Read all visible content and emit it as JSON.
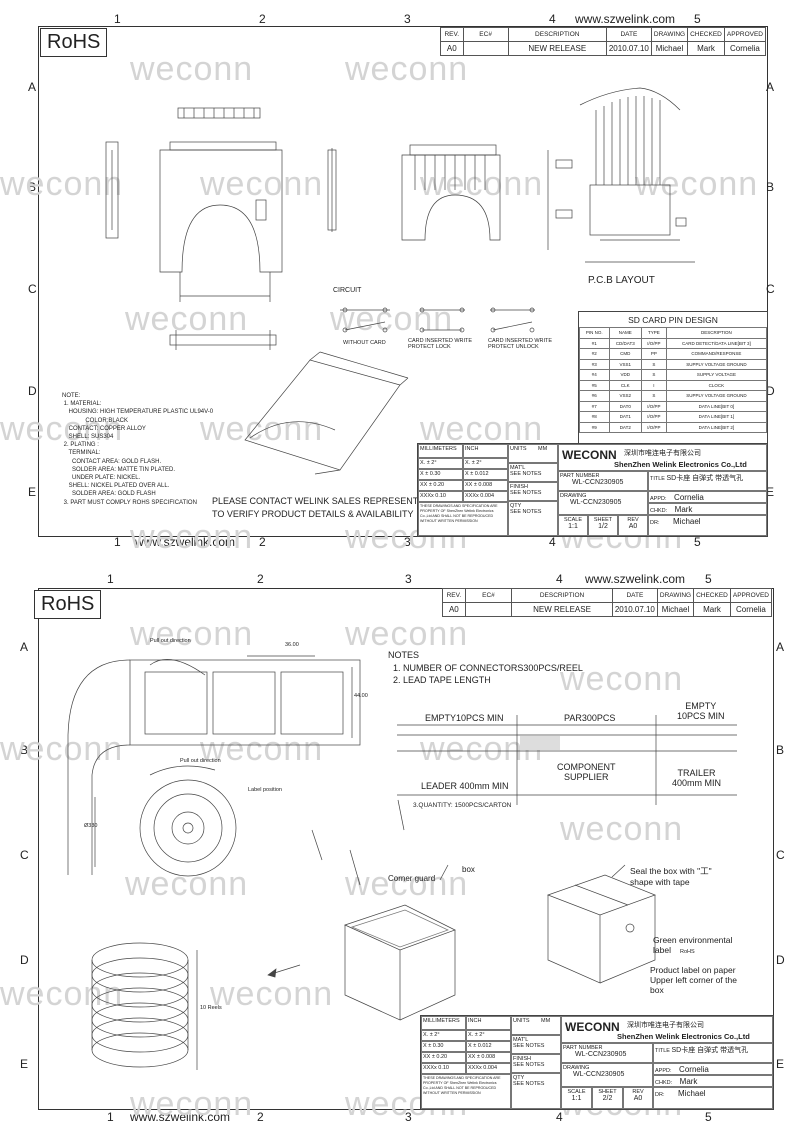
{
  "url": "www.szwelink.com",
  "watermark": "weconn",
  "rohs": "RoHS",
  "column_numbers": [
    "1",
    "2",
    "3",
    "4",
    "5"
  ],
  "row_letters": [
    "A",
    "B",
    "C",
    "D",
    "E"
  ],
  "revision": {
    "headers": [
      "REV.",
      "EC#",
      "DESCRIPTION",
      "DATE",
      "DRAWING",
      "CHECKED",
      "APPROVED"
    ],
    "row": [
      "A0",
      "",
      "NEW RELEASE",
      "2010.07.10",
      "Michael",
      "Mark",
      "Cornelia"
    ]
  },
  "sheet1": {
    "circuit_title": "CIRCUIT",
    "circuit_labels": [
      "WITHOUT CARD",
      "CARD INSERTED WRITE PROTECT LOCK",
      "CARD INSERTED WRITE PROTECT UNLOCK"
    ],
    "pcb_layout": "P.C.B LAYOUT",
    "pin_design_title": "SD CARD PIN DESIGN",
    "pin_headers": [
      "PIN NO.",
      "NAME",
      "TYPE",
      "DESCRIPTION"
    ],
    "pins": [
      [
        "#1",
        "CD/DAT3",
        "I/O/PP",
        "CARD DETECT/DATA LINE[BIT 3]"
      ],
      [
        "#2",
        "CMD",
        "PP",
        "COMMAND/RESPONSE"
      ],
      [
        "#3",
        "VSS1",
        "S",
        "SUPPLY VOLTAGE GROUND"
      ],
      [
        "#4",
        "VDD",
        "S",
        "SUPPLY VOLTAGE"
      ],
      [
        "#5",
        "CLK",
        "I",
        "CLOCK"
      ],
      [
        "#6",
        "VSS2",
        "S",
        "SUPPLY VOLTAGE GROUND"
      ],
      [
        "#7",
        "DAT0",
        "I/O/PP",
        "DATA LINE[BIT 0]"
      ],
      [
        "#8",
        "DAT1",
        "I/O/PP",
        "DATA LINE[BIT 1]"
      ],
      [
        "#9",
        "DAT2",
        "I/O/PP",
        "DATA LINE[BIT 2]"
      ]
    ],
    "notes": "NOTE:\n 1. MATERIAL:\n    HOUSING: HIGH TEMPERATURE PLASTIC UL94V-0\n              COLOR:BLACK\n    CONTACT: COPPER ALLOY\n    SHELL: SUS304\n 2. PLATING :\n    TERMINAL:\n      CONTACT AREA: GOLD FLASH.\n      SOLDER AREA: MATTE TIN PLATED.\n      UNDER PLATE: NICKEL.\n    SHELL: NICKEL PLATED OVER ALL.\n      SOLDER AREA: GOLD FLASH\n 3. PART MUST COMPLY ROHS SPECIFICATION",
    "contact_line1": "PLEASE CONTACT WELINK SALES REPRESENTATIVE",
    "contact_line2": "TO VERIFY PRODUCT DETAILS & AVAILABILITY",
    "sheet_no": "1/2"
  },
  "sheet2": {
    "notes_title": "NOTES",
    "note1": "1. NUMBER OF CONNECTORS300PCS/REEL",
    "note2": "2. LEAD TAPE LENGTH",
    "tape_labels": {
      "empty_min": "EMPTY10PCS MIN",
      "par": "PAR300PCS",
      "empty_right": "EMPTY\n10PCS MIN",
      "leader": "LEADER 400mm MIN",
      "component_supplier": "COMPONENT\nSUPPLIER",
      "trailer": "TRAILER\n400mm MIN"
    },
    "quantity": "3.QUANTITY: 1500PCS/CARTON",
    "pull_out_direction": "Pull out direction",
    "label_position": "Label position",
    "dim_pitch": "36.00",
    "dim_width": "44.00",
    "dim_reel": "Ø330",
    "reels_label": "10 Reels",
    "corner_guard": "Corner guard",
    "box": "box",
    "seal_box": "Seal the box with \"工\"\nshape with tape",
    "green_label": "Green environmental\nlabel",
    "rohs_small": "RoHS",
    "product_label": "Product label on paper\nUpper left corner of the\nbox",
    "sheet_no": "2/2"
  },
  "titleblock": {
    "millimeters": "MILLIMETERS",
    "inch": "INCH",
    "tol_mm": [
      "X.  ±  2°",
      "X  ±  0.30",
      "XX  ±  0.20",
      "XXXx  0.10"
    ],
    "tol_in": [
      "X.  ±  2°",
      "X  ±  0.012",
      "XX  ±  0.008",
      "XXXx  0.004"
    ],
    "units": "UNITS",
    "units_val": "MM",
    "matl": "MAT'L",
    "finish": "FINISH",
    "qty": "QTY",
    "see_notes": "SEE NOTES",
    "disclaimer": "THESE DRAWINGS AND SPECIFICATION ARE PROPERTY OF ShenZhen Welink Electronics Co.,Ltd AND SHALL NOT BE REPRODUCED WITHOUT WRITTEN PERMISSION",
    "brand": "WECONN",
    "company_cn": "深圳市唯连电子有限公司",
    "company_en": "ShenZhen Welink Electronics Co.,Ltd",
    "part_number_label": "PART NUMBER",
    "part_number": "WL-CCN230905",
    "title_label": "TITLE",
    "title": "SD卡座 自弹式 带透气孔",
    "drawing_label": "DRAWING",
    "drawing_no": "WL-CCN230905",
    "appd_label": "APPD:",
    "appd": "Cornelia",
    "chkd_label": "CHKD:",
    "chkd": "Mark",
    "dr_label": "DR:",
    "dr": "Michael",
    "scale_label": "SCALE",
    "scale": "1:1",
    "sheet_label": "SHEET",
    "rev_label": "REV",
    "rev": "A0"
  }
}
